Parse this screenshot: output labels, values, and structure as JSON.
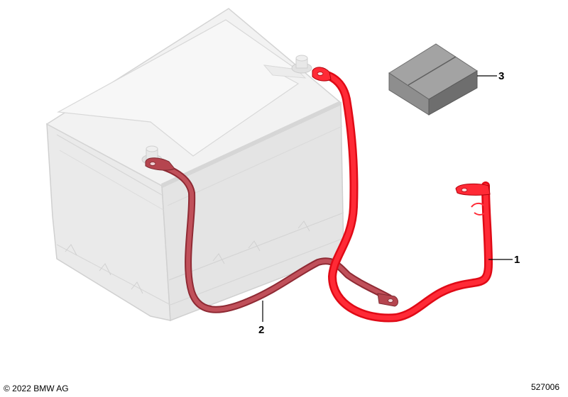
{
  "callouts": {
    "part_1": "1",
    "part_2": "2",
    "part_3": "3"
  },
  "footer": {
    "copyright": "© 2022 BMW AG",
    "diagram_number": "527006"
  },
  "colors": {
    "battery_body": "#ebebeb",
    "battery_edge": "#d2d2d2",
    "positive_cable": "#ff1420",
    "negative_cable": "#b43c46",
    "cover_box": "#8c8c8c"
  }
}
